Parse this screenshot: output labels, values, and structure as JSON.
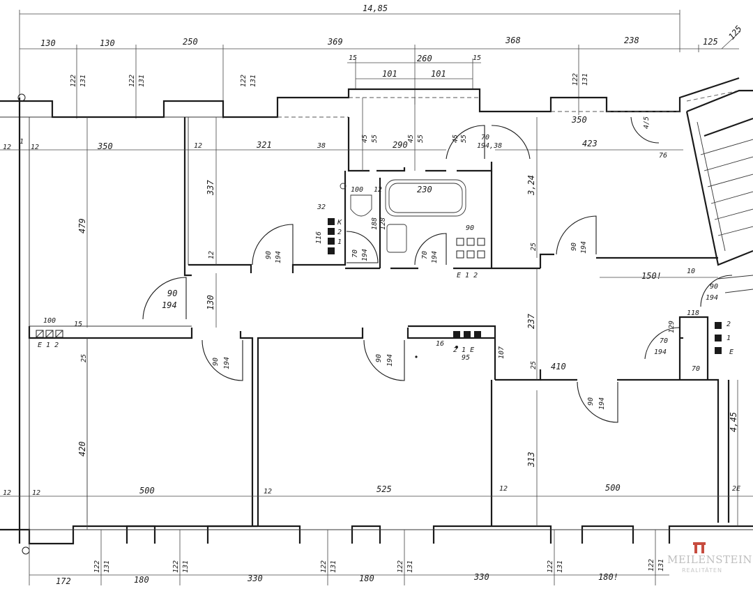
{
  "overall_dimension": "14,85",
  "top_segments": [
    "130",
    "130",
    "250",
    "369",
    "368",
    "238",
    "125"
  ],
  "corner_angle": "125",
  "window_pairs": [
    {
      "a": "122",
      "b": "131"
    },
    {
      "a": "122",
      "b": "131"
    },
    {
      "a": "122",
      "b": "131"
    },
    {
      "a": "122",
      "b": "131"
    }
  ],
  "bath_top": {
    "left_wall": "15",
    "width": "260",
    "right_wall": "15",
    "half_a": "101",
    "half_b": "101"
  },
  "rooms": {
    "room_1": {
      "width": "350",
      "height": "479",
      "wall": "12",
      "wall_b": "12",
      "wall_c": "1"
    },
    "room_2": {
      "width": "321",
      "height": "337",
      "wall": "12",
      "wall_b": "38"
    },
    "bathroom": {
      "width": "290",
      "tub": "230",
      "tub_depth": "188",
      "side": "45",
      "side_b": "55",
      "side_c": "45",
      "side_d": "55",
      "wc_width": "100",
      "wc_wall": "12",
      "basin": "128",
      "vent": "90"
    },
    "room_3": {
      "width": "423",
      "top": "350",
      "height": "3,24",
      "corner": "76"
    },
    "hall": {
      "depth": "237",
      "left": "130",
      "gap": "25",
      "gap_b": "25",
      "width": "410",
      "right": "150!",
      "wall": "10"
    },
    "room_4": {
      "width": "500",
      "height": "420",
      "gap": "25"
    },
    "room_5": {
      "width": "525"
    },
    "room_6": {
      "width": "500",
      "height": "313",
      "right": "4,45",
      "edge": "2E"
    },
    "wc_right": {
      "width": "118",
      "side": "129",
      "door_w": "70",
      "door_h": "194",
      "sw": "70"
    }
  },
  "door_pair": {
    "w": "90",
    "h": "194"
  },
  "door_small": {
    "w": "70",
    "h": "194"
  },
  "door_double": {
    "w": "70",
    "h": "194,38"
  },
  "stair_label": "4/5",
  "hall_note": "150!",
  "meters": {
    "left": {
      "label": "E 1 2",
      "value": "100",
      "extra": "15"
    },
    "kitchen": {
      "label": "K",
      "left": "32",
      "v": "116",
      "k1": "2",
      "k2": "1"
    },
    "bath_col": {
      "label": "E 1 2"
    },
    "mid": {
      "label": "2 1 E",
      "left": "16",
      "right": "107",
      "below": "95"
    },
    "right": {
      "label": "E",
      "top": "2",
      "mid": "1"
    }
  },
  "bottom_segments": [
    "172",
    "180",
    "330",
    "180",
    "330",
    "180!"
  ],
  "bottom_window_pairs": [
    {
      "a": "122",
      "b": "131"
    },
    {
      "a": "122",
      "b": "131"
    },
    {
      "a": "122",
      "b": "131"
    },
    {
      "a": "122",
      "b": "131"
    },
    {
      "a": "122",
      "b": "131"
    },
    {
      "a": "122",
      "b": "131"
    }
  ],
  "wall_marks": [
    "12",
    "12",
    "12",
    "12",
    "12",
    "12"
  ],
  "logo": {
    "name": "MEILENSTEIN",
    "sub": "REALITÄTEN",
    "color": "#c1392b"
  }
}
